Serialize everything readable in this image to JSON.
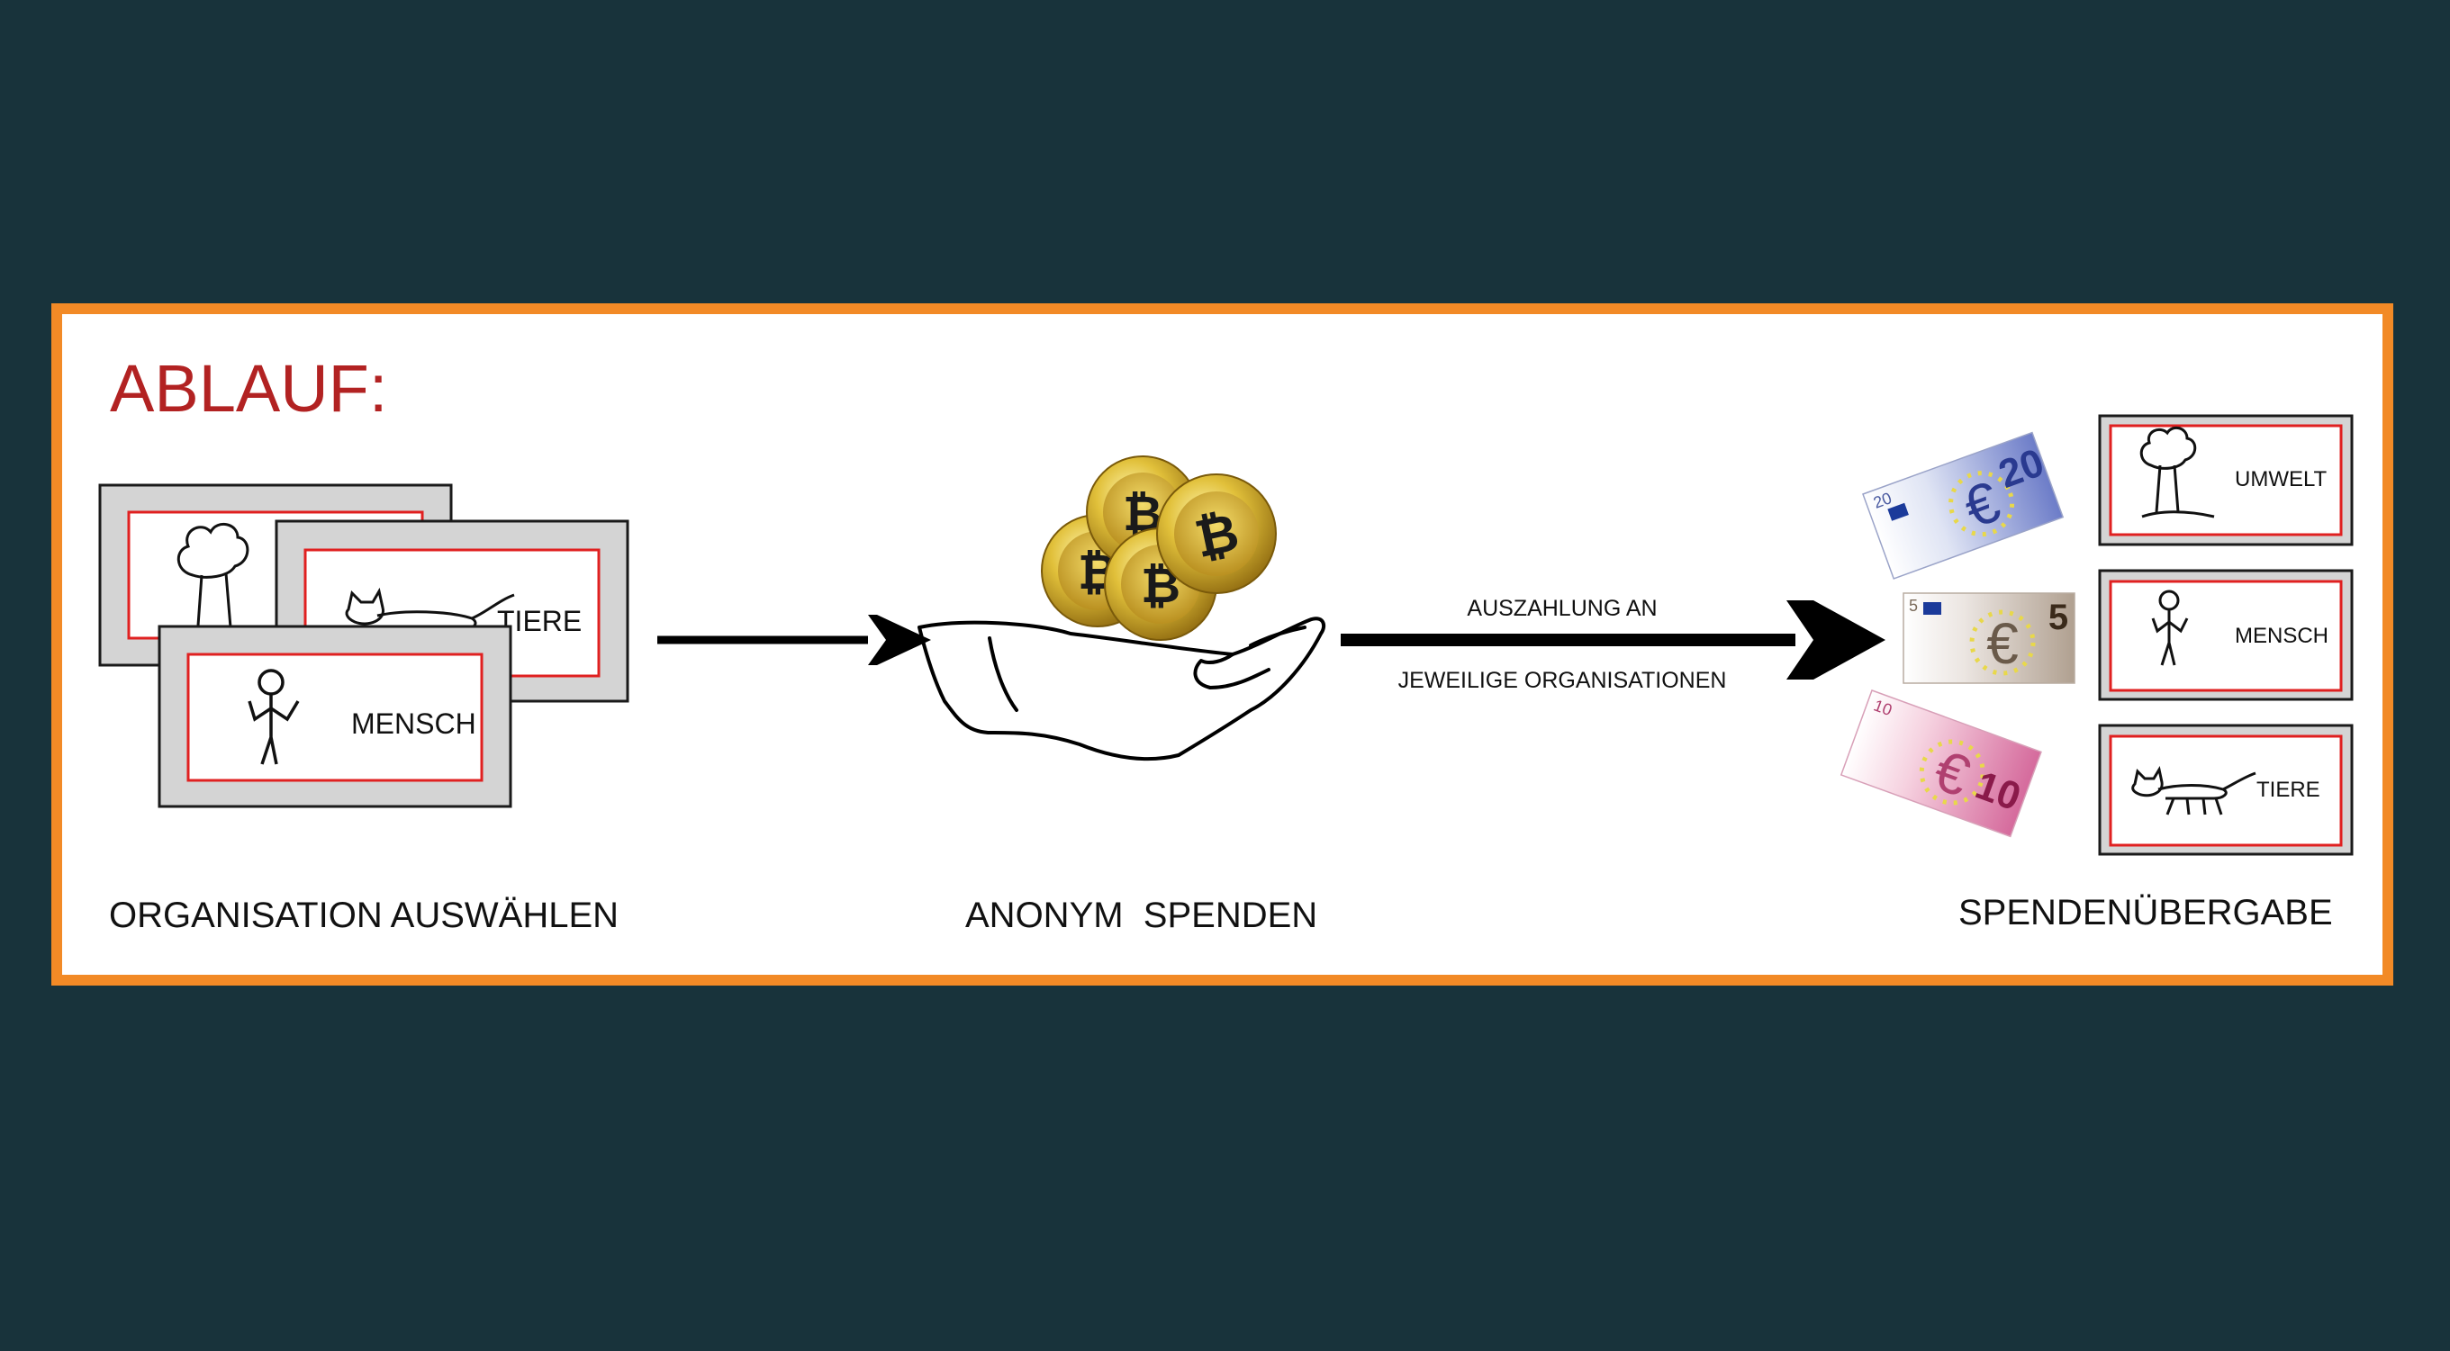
{
  "title": "ABLAUF:",
  "colors": {
    "background": "#18333b",
    "frame": "#f28a26",
    "title": "#b22222",
    "card_border": "#e02020",
    "card_fill": "#d4d4d4",
    "coin": "#d4b030"
  },
  "step1": {
    "caption": "ORGANISATION AUSWÄHLEN",
    "cards": {
      "tiere": "TIERE",
      "mensch": "MENSCH"
    }
  },
  "step2": {
    "caption": "ANONYM  SPENDEN",
    "coin_symbol": "₿"
  },
  "transfer": {
    "line1": "AUSZAHLUNG AN",
    "line2": "JEWEILIGE ORGANISATIONEN"
  },
  "step3": {
    "caption": "SPENDENÜBERGABE",
    "cards": {
      "umwelt": "UMWELT",
      "mensch": "MENSCH",
      "tiere": "TIERE"
    },
    "notes": [
      {
        "small": "20",
        "big": "20"
      },
      {
        "small": "5",
        "big": "5"
      },
      {
        "small": "10",
        "big": "10"
      }
    ],
    "euro_symbol": "€"
  }
}
